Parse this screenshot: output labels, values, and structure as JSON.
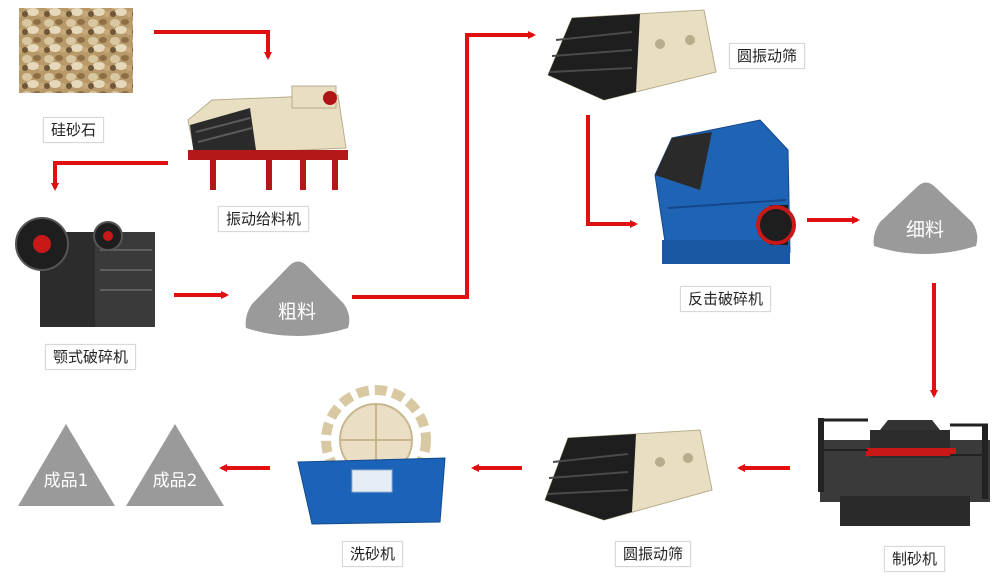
{
  "colors": {
    "arrow": "#e01010",
    "pile": "#9a9a9a",
    "pile_text": "#ffffff",
    "steel_dark": "#1e1e1e",
    "steel_cream": "#e8dfc2",
    "crusher_blue": "#1f63b5",
    "washer_blue": "#1a63b8",
    "accent_red": "#c81818"
  },
  "equipment_labels": {
    "silica_stone": "硅砂石",
    "vibrating_feeder": "振动给料机",
    "jaw_crusher": "颚式破碎机",
    "circular_screen_1": "圆振动筛",
    "impact_crusher": "反击破碎机",
    "sand_maker": "制砂机",
    "circular_screen_2": "圆振动筛",
    "sand_washer": "洗砂机"
  },
  "material_piles": {
    "coarse": "粗料",
    "fine": "细料",
    "product_1": "成品1",
    "product_2": "成品2"
  },
  "icons": [
    "silica-stone-image",
    "vibrating-feeder-icon",
    "jaw-crusher-icon",
    "circular-screen-icon",
    "impact-crusher-icon",
    "sand-making-machine-icon",
    "sand-washer-icon",
    "flow-arrow-icon"
  ]
}
